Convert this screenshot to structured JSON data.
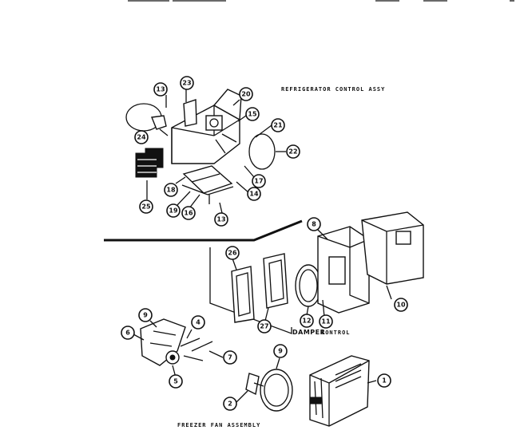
{
  "captions": {
    "refrigerator": "REFRIGERATOR CONTROL ASSY",
    "damper": "DAMPER",
    "damper_sub": "CONTROL",
    "freezer": "FREEZER FAN ASSEMBLY"
  },
  "callouts": {
    "c13a": "13",
    "c23": "23",
    "c20": "20",
    "c15": "15",
    "c21a": "21",
    "c22": "22",
    "c24": "24",
    "c17": "17",
    "c14": "14",
    "c18": "18",
    "c19": "19",
    "c16": "16",
    "c13b": "13",
    "c25": "25",
    "c8": "8",
    "c26": "26",
    "c27": "27",
    "c12": "12",
    "c11": "11",
    "c10": "10",
    "c9a": "9",
    "c6": "6",
    "c4": "4",
    "c7": "7",
    "c5": "5",
    "c9b": "9",
    "c1": "1",
    "c2": "2"
  }
}
